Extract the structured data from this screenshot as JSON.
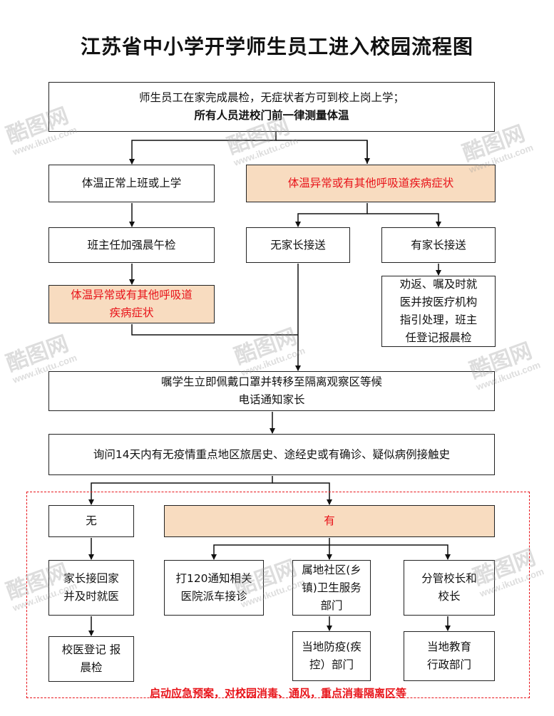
{
  "title": "江苏省中小学开学师生员工进入校园流程图",
  "nodes": {
    "start_line1": "师生员工在家完成晨检，无症状者方可到校上岗上学；",
    "start_line2": "所有人员进校门前一律测量体温",
    "normal_temp": "体温正常上班或上学",
    "abnormal_temp": "体温异常或有其他呼吸道疾病症状",
    "teacher_check": "班主任加强晨午检",
    "no_parent": "无家长接送",
    "has_parent": "有家长接送",
    "abnormal_temp_2": "体温异常或有其他呼吸道\n疾病症状",
    "advise_return": "劝返、嘱及时就\n医并按医疗机构\n指引处理，班主\n任登记报晨检",
    "isolate": "嘱学生立即佩戴口罩并转移至隔离观察区等候\n电话通知家长",
    "inquiry": "询问14天内有无疫情重点地区旅居史、途经史或有确诊、疑似病例接触史",
    "no": "无",
    "yes": "有",
    "parent_pickup": "家长接回家\n并及时就医",
    "call_120": "打120通知相关\n医院派车接诊",
    "community": "属地社区(乡\n镇)卫生服务\n部门",
    "principal": "分管校长和\n校长",
    "school_doctor": "校医登记 报\n晨检",
    "epidemic": "当地防疫(疾\n控）部门",
    "education": "当地教育\n行政部门"
  },
  "footer": "启动应急预案，对校园消毒、通风，重点消毒隔离区等",
  "watermark": {
    "logo": "酷图网",
    "url": "www.ikutu.com"
  },
  "colors": {
    "highlight_fill": "#f8dcc0",
    "alert_text": "#e8141a",
    "dashed_frame": "#e8141a"
  }
}
